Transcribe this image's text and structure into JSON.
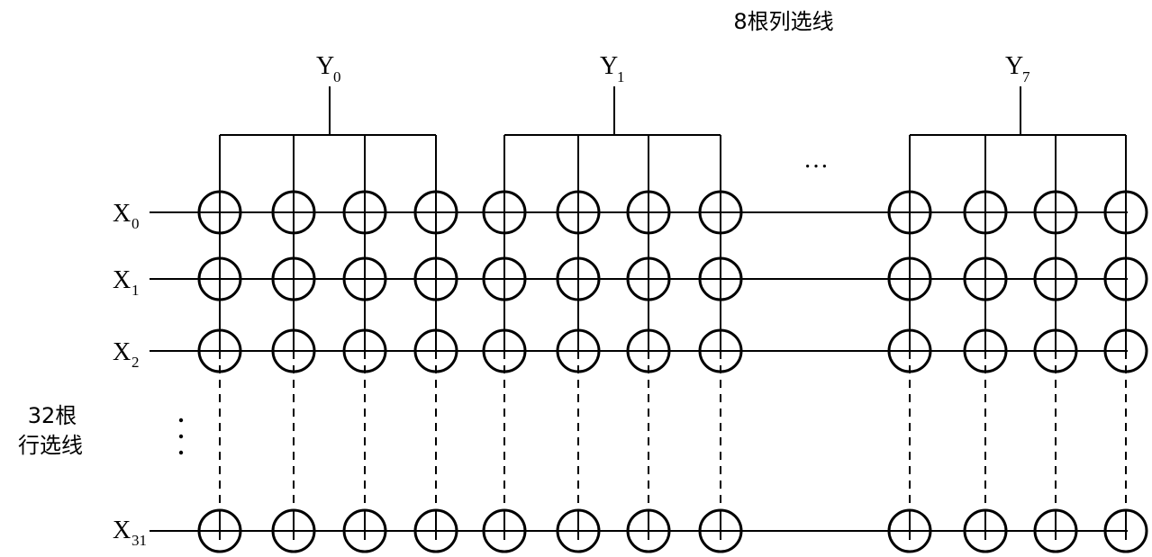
{
  "column_lines_label": "8根列选线",
  "row_lines_label": [
    "32根",
    "行选线"
  ],
  "column_groups": [
    {
      "letter": "Y",
      "index": "0"
    },
    {
      "letter": "Y",
      "index": "1"
    },
    {
      "letter": "Y",
      "index": "7"
    }
  ],
  "rows": [
    {
      "letter": "X",
      "index": "0"
    },
    {
      "letter": "X",
      "index": "1"
    },
    {
      "letter": "X",
      "index": "2"
    },
    {
      "letter": "X",
      "index": "31"
    }
  ],
  "horizontal_ellipsis": "…",
  "vertical_ellipsis": "⋮"
}
